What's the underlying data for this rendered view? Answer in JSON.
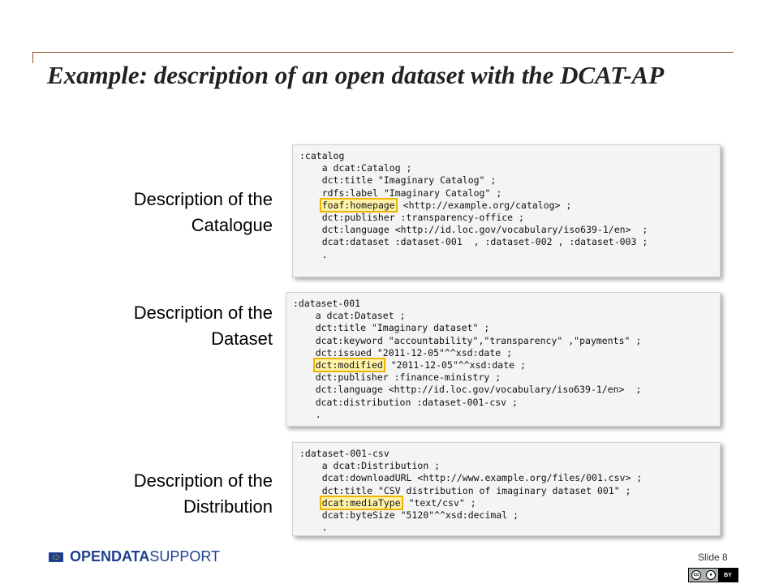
{
  "title": "Example: description of an open dataset with the DCAT-AP",
  "sections": [
    {
      "label": "Description of the Catalogue",
      "code": [
        {
          "text": ":catalog"
        },
        {
          "text": "    a dcat:Catalog ;"
        },
        {
          "text": "    dct:title \"Imaginary Catalog\" ;"
        },
        {
          "text": "    rdfs:label \"Imaginary Catalog\" ;"
        },
        {
          "highlight": "foaf:homepage",
          "text": " <http://example.org/catalog> ;",
          "indent": "    "
        },
        {
          "text": "    dct:publisher :transparency-office ;"
        },
        {
          "text": "    dct:language <http://id.loc.gov/vocabulary/iso639-1/en>  ;"
        },
        {
          "text": "    dcat:dataset :dataset-001  , :dataset-002 , :dataset-003 ;"
        },
        {
          "text": "    ."
        }
      ]
    },
    {
      "label": "Description of the Dataset",
      "code": [
        {
          "text": ":dataset-001"
        },
        {
          "text": "    a dcat:Dataset ;"
        },
        {
          "text": "    dct:title \"Imaginary dataset\" ;"
        },
        {
          "text": "    dcat:keyword \"accountability\",\"transparency\" ,\"payments\" ;"
        },
        {
          "text": "    dct:issued \"2011-12-05\"^^xsd:date ;"
        },
        {
          "highlight": "dct:modified",
          "text": " \"2011-12-05\"^^xsd:date ;",
          "indent": "    "
        },
        {
          "text": "    dct:publisher :finance-ministry ;"
        },
        {
          "text": "    dct:language <http://id.loc.gov/vocabulary/iso639-1/en>  ;"
        },
        {
          "text": "    dcat:distribution :dataset-001-csv ;"
        },
        {
          "text": "    ."
        }
      ]
    },
    {
      "label": "Description of the Distribution",
      "code": [
        {
          "text": ":dataset-001-csv"
        },
        {
          "text": "    a dcat:Distribution ;"
        },
        {
          "text": "    dcat:downloadURL <http://www.example.org/files/001.csv> ;"
        },
        {
          "text": "    dct:title \"CSV distribution of imaginary dataset 001\" ;"
        },
        {
          "highlight": "dcat:mediaType",
          "text": " \"text/csv\" ;",
          "indent": "    "
        },
        {
          "text": "    dcat:byteSize \"5120\"^^xsd:decimal ;"
        },
        {
          "text": "    ."
        }
      ]
    }
  ],
  "footer": {
    "logo_part1": "OPEN ",
    "logo_part2": "DATA",
    "logo_part3": "SUPPORT",
    "slide_number": "Slide 8",
    "license": {
      "cc": "cc",
      "by": "BY"
    }
  },
  "colors": {
    "accent_rule": "#a0522d",
    "logo_blue": "#1f3f8f",
    "highlight_border": "#f0b400",
    "highlight_fill": "#fff3a8"
  }
}
